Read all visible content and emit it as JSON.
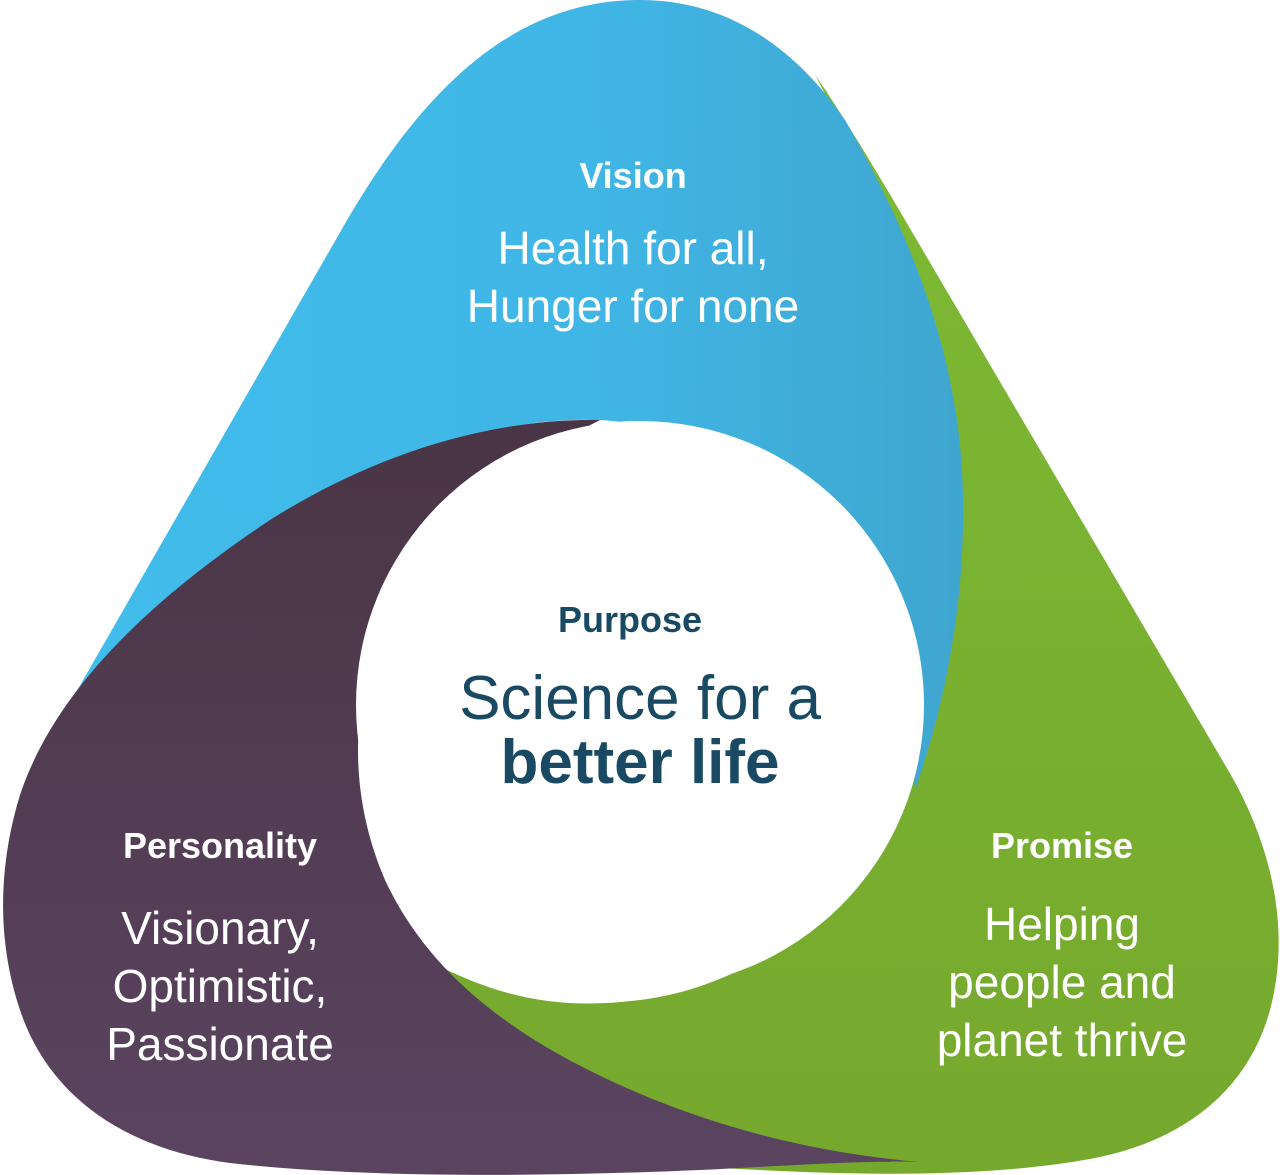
{
  "colors": {
    "vision": "#3fb4e6",
    "personality": "#4f3a51",
    "promise": "#7bb332",
    "center": "#ffffff",
    "purpose_text": "#1a4a63"
  },
  "vision": {
    "title": "Vision",
    "lines": [
      "Health for all,",
      "Hunger for none"
    ]
  },
  "personality": {
    "title": "Personality",
    "lines": [
      "Visionary,",
      "Optimistic,",
      "Passionate"
    ]
  },
  "promise": {
    "title": "Promise",
    "lines": [
      "Helping",
      "people and",
      "planet thrive"
    ]
  },
  "purpose": {
    "title": "Purpose",
    "line1": "Science for a",
    "line2": "better life"
  }
}
